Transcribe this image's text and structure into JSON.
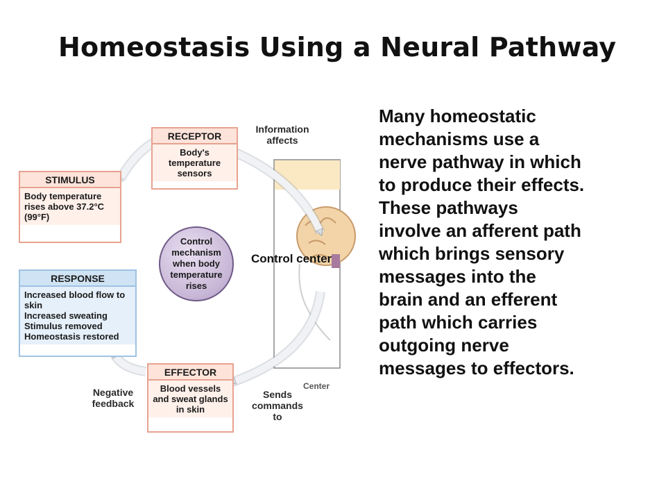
{
  "title": "Homeostasis Using a Neural Pathway",
  "diagram": {
    "receptor": {
      "heading": "RECEPTOR",
      "body": "Body's temperature sensors"
    },
    "stimulus": {
      "heading": "STIMULUS",
      "body": "Body temperature rises above 37.2°C (99°F)"
    },
    "response": {
      "heading": "RESPONSE",
      "lines": [
        "Increased blood flow to skin",
        "Increased sweating",
        "Stimulus removed",
        "Homeostasis restored"
      ]
    },
    "effector": {
      "heading": "EFFECTOR",
      "body": "Blood vessels and sweat glands in skin"
    },
    "control_circle": "Control mechanism when body temperature rises",
    "info_label": "Information affects",
    "feedback_label": "Negative feedback",
    "commands_label": "Sends commands to",
    "control_center_label": "Control center",
    "partial_label": "Center"
  },
  "paragraph": "Many homeostatic\nmechanisms use a\nnerve pathway in which\nto produce their effects.\nThese pathways\ninvolve an afferent path\nwhich brings sensory\nmessages into the\nbrain and an efferent\npath which carries\noutgoing nerve\nmessages to effectors.",
  "colors": {
    "box_border": "#e7a28f",
    "box_header": "#fde3da",
    "response_header": "#cfe3f4",
    "arrow": "#d9dde3",
    "circle": "#c7b5d6"
  }
}
